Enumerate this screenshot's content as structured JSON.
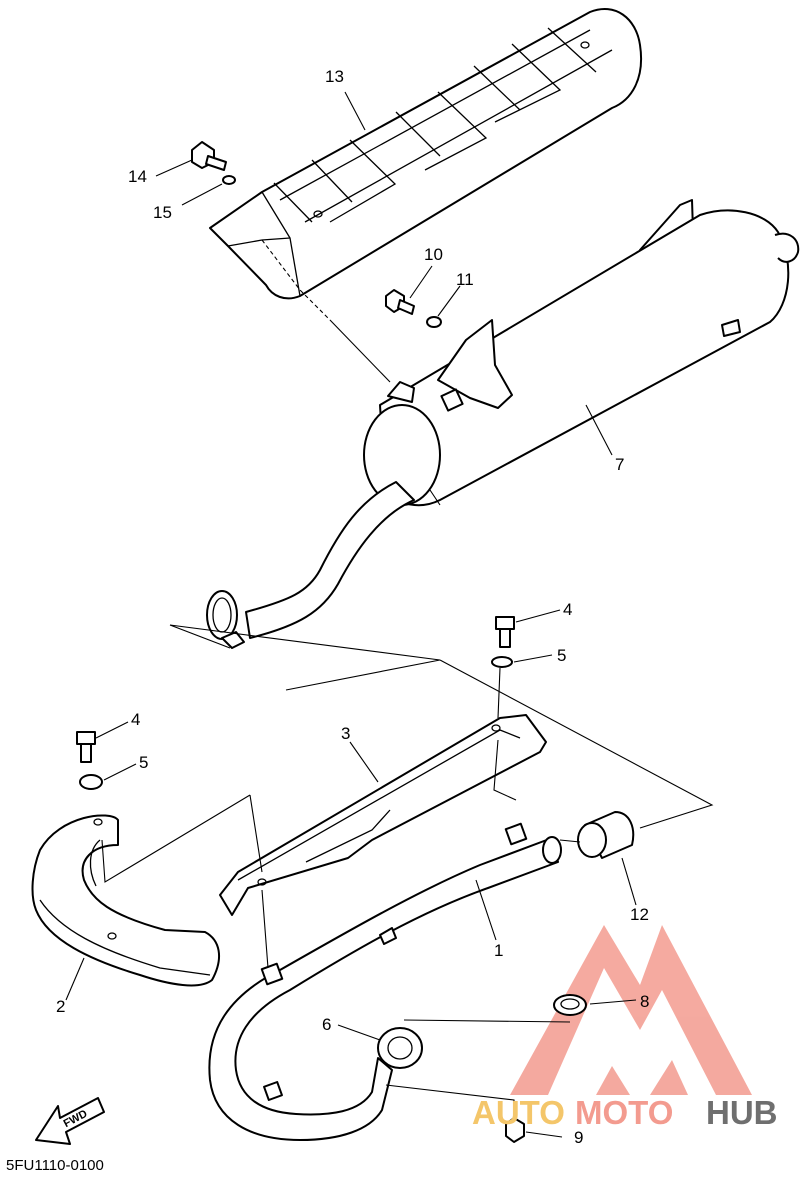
{
  "diagram": {
    "drawing_code": "5FU1110-0100",
    "fwd_arrow_text": "FWD",
    "callouts": [
      {
        "id": "c13",
        "text": "13"
      },
      {
        "id": "c14",
        "text": "14"
      },
      {
        "id": "c15",
        "text": "15"
      },
      {
        "id": "c10",
        "text": "10"
      },
      {
        "id": "c11",
        "text": "11"
      },
      {
        "id": "c7",
        "text": "7"
      },
      {
        "id": "c4a",
        "text": "4"
      },
      {
        "id": "c5a",
        "text": "5"
      },
      {
        "id": "c4b",
        "text": "4"
      },
      {
        "id": "c5b",
        "text": "5"
      },
      {
        "id": "c3",
        "text": "3"
      },
      {
        "id": "c12",
        "text": "12"
      },
      {
        "id": "c1",
        "text": "1"
      },
      {
        "id": "c2",
        "text": "2"
      },
      {
        "id": "c6",
        "text": "6"
      },
      {
        "id": "c8",
        "text": "8"
      },
      {
        "id": "c9",
        "text": "9"
      }
    ]
  },
  "watermark": {
    "part1": "AUTO",
    "part2": "MOTO",
    "part3": "HUB",
    "colors": {
      "auto": "#f4c66a",
      "moto": "#f39b8f",
      "hub": "#6f6f6f",
      "logo": "#f39b8f"
    }
  }
}
